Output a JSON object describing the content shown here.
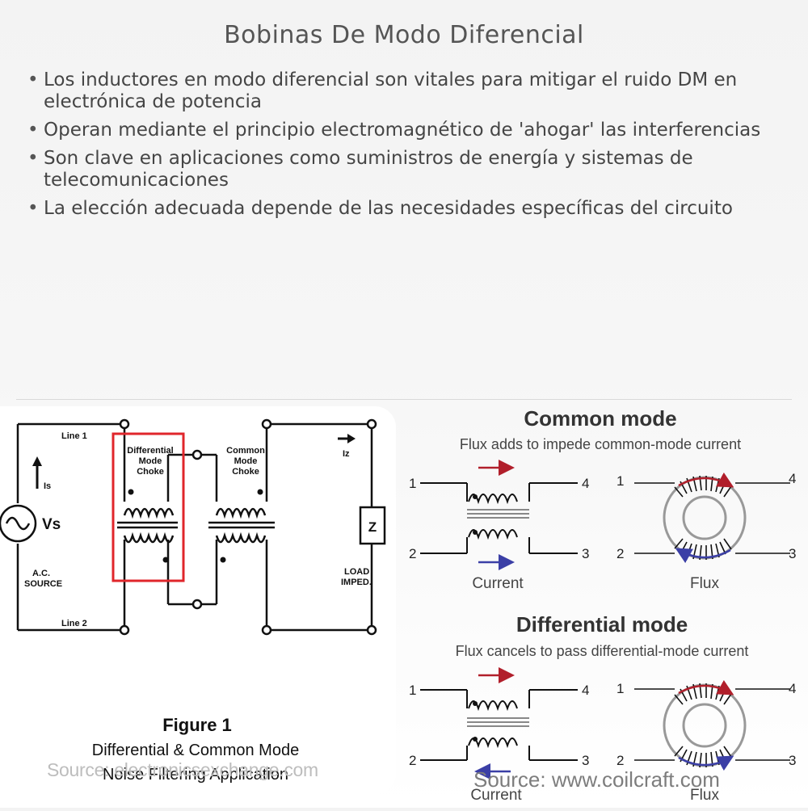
{
  "title": "Bobinas De Modo Diferencial",
  "bullets": [
    "Los inductores en modo diferencial son vitales para mitigar el ruido DM en electrónica de potencia",
    "Operan mediante el principio electromagnético de 'ahogar' las interferencias",
    "Son clave en aplicaciones como suministros de energía y sistemas de telecomunicaciones",
    "La elección adecuada depende de las necesidades específicas del circuito"
  ],
  "left_figure": {
    "line1": "Line 1",
    "line2": "Line 2",
    "is_label": "Is",
    "vs_label": "Vs",
    "ac_source": [
      "A.C.",
      "SOURCE"
    ],
    "dm_choke": [
      "Differential",
      "Mode",
      "Choke"
    ],
    "cm_choke": [
      "Common",
      "Mode",
      "Choke"
    ],
    "iz_label": "Iz",
    "z_label": "Z",
    "load": [
      "LOAD",
      "IMPED."
    ],
    "caption_title": "Figure 1",
    "caption_line1": "Differential & Common Mode",
    "caption_line2": "Noise Filtering Application",
    "source": "Source: electronicsexchange.com",
    "highlight_color": "#e0262b"
  },
  "right_figure": {
    "common_title": "Common mode",
    "common_subtitle": "Flux adds to impede common-mode current",
    "diff_title": "Differential mode",
    "diff_subtitle": "Flux cancels to pass differential-mode current",
    "pin1": "1",
    "pin2": "2",
    "pin3": "3",
    "pin4": "4",
    "current_label": "Current",
    "flux_label": "Flux",
    "source": "Source: www.coilcraft.com",
    "arrow_red": "#b11f2b",
    "arrow_blue": "#3b3fa6"
  }
}
